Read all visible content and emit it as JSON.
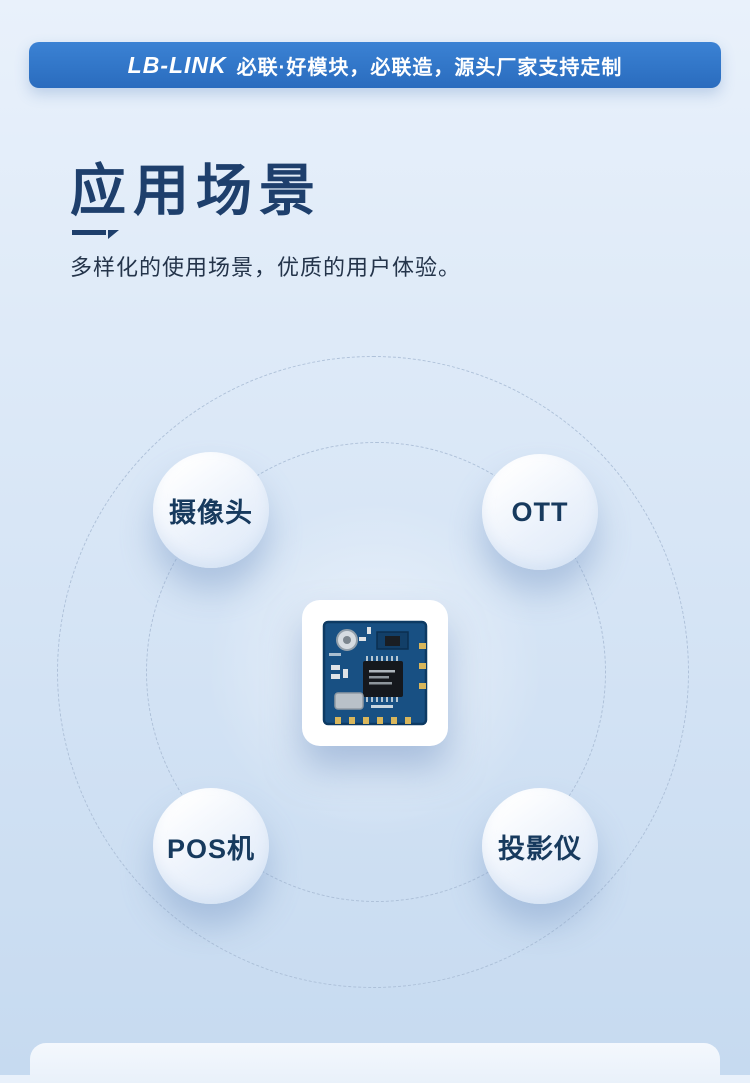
{
  "banner": {
    "logo": "LB-LINK",
    "tagline": "必联·好模块，必联造，源头厂家支持定制"
  },
  "section": {
    "title": "应用场景",
    "subtitle": "多样化的使用场景，优质的用户体验。"
  },
  "diagram": {
    "center_image": "wifi-module-pcb-photo",
    "bubbles": [
      {
        "label": "摄像头"
      },
      {
        "label": "OTT"
      },
      {
        "label": "POS机"
      },
      {
        "label": "投影仪"
      }
    ]
  },
  "colors": {
    "banner_bg": "#2f74c6",
    "title_text": "#1e3f6c",
    "bubble_text": "#173a5e",
    "background_top": "#e9f1fb",
    "background_bottom": "#c6daf0",
    "dashed_circle": "#aabdd6"
  }
}
